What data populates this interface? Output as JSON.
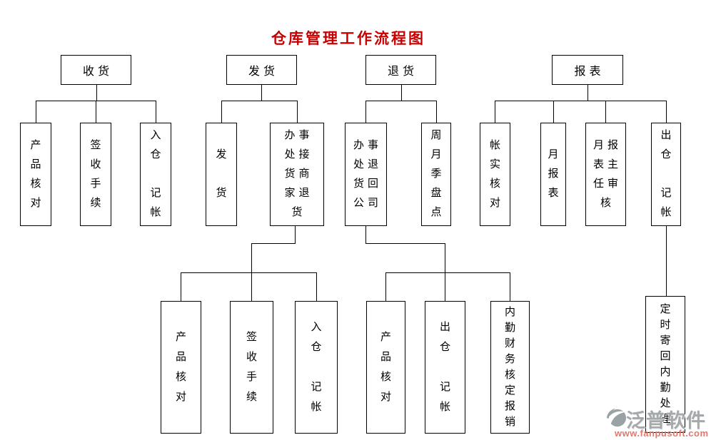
{
  "title": "仓库管理工作流程图",
  "colors": {
    "title_red": "#c90000",
    "line_black": "#000000",
    "watermark_gray": "#a5a9ab",
    "watermark_red": "#e2776e",
    "background": "#ffffff"
  },
  "tree": {
    "receiving": {
      "label": "收货",
      "children": [
        "产\n品\n核\n对",
        "签\n收\n手\n续",
        "入\n仓\n\n记\n帐"
      ]
    },
    "shipping": {
      "label": "发货",
      "children": [
        "发\n\n货",
        "办事\n处接\n货商\n家退\n货"
      ]
    },
    "returns": {
      "label": "退货",
      "children": [
        "办事\n处退\n货回\n公司",
        "周\n月\n季\n盘\n点"
      ]
    },
    "reports": {
      "label": "报表",
      "children": [
        "帐\n实\n核\n对",
        "月\n报\n表",
        "月报\n表主\n任审\n核",
        "出\n仓\n\n记\n帐"
      ]
    },
    "shipping_sub": {
      "children": [
        "产\n品\n核\n对",
        "签\n收\n手\n续",
        "入\n仓\n\n记\n帐"
      ]
    },
    "returns_sub": {
      "children": [
        "产\n品\n核\n对",
        "出\n仓\n\n记\n帐",
        "内\n勤\n财\n务\n核\n定\n报\n销"
      ]
    },
    "reports_sub": {
      "children": [
        "定\n时\n寄\n回\n内\n勤\n处\n理"
      ]
    }
  },
  "watermark": {
    "brand": "泛普软件",
    "url": "www.fanpusoft.com",
    "logo_icon": "fanpu-swoosh-logo"
  }
}
